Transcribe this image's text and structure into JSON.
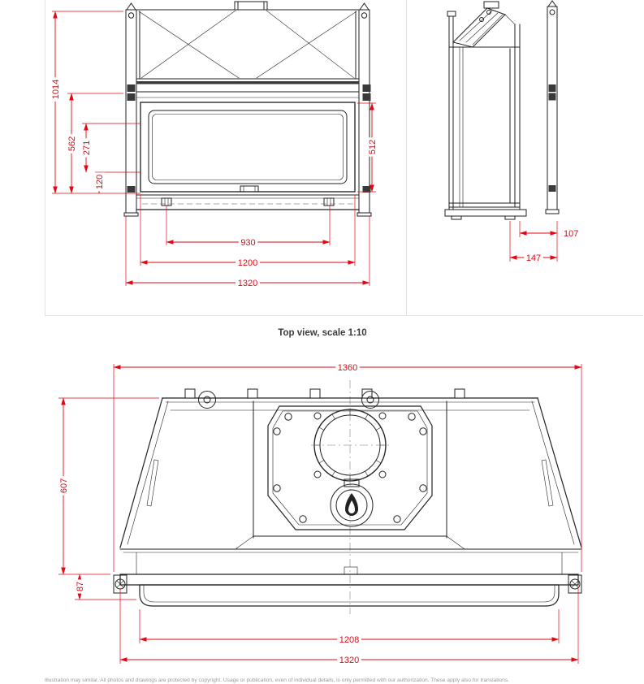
{
  "page": {
    "title": "Top view, scale 1:10",
    "footer": "Illustration may similar. All photos and drawings are protected by copyright. Usage or publication, even of individual details, is only permitted with our authorization. These apply also for translations."
  },
  "colors": {
    "dimension_red": "#e30613",
    "drawing_black": "#222222"
  },
  "front_view": {
    "dimensions": {
      "overall_height": "1014",
      "frame_height": "562",
      "opening_height": "271",
      "base_height": "120",
      "glass_height": "512",
      "inner_width": "930",
      "body_width": "1200",
      "frame_width": "1320"
    }
  },
  "side_view": {
    "dimensions": {
      "frame_depth": "107",
      "front_depth": "147"
    }
  },
  "top_view": {
    "dimensions": {
      "overall_width": "1360",
      "body_depth": "607",
      "front_depth": "87",
      "glass_width": "1208",
      "frame_width": "1320"
    }
  }
}
